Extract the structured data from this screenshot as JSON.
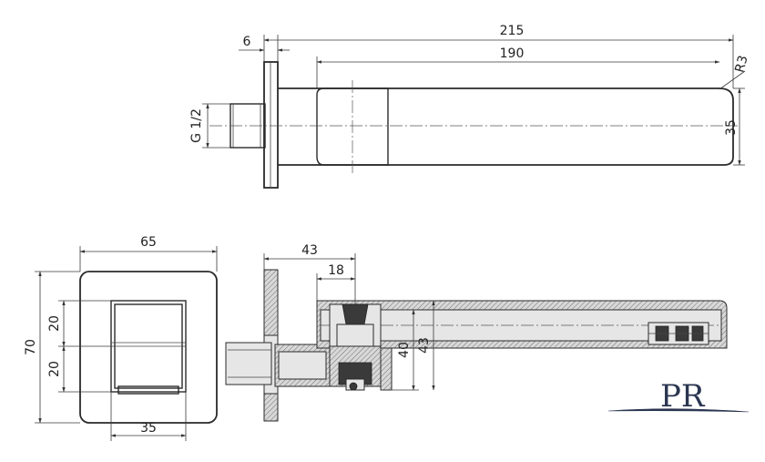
{
  "labels": {
    "overall_length": "215",
    "spout_length": "190",
    "plate_thickness": "6",
    "thread": "G 1/2",
    "radius": "R3",
    "spout_height": "35",
    "cover_width": "65",
    "cover_height": "70",
    "spout_gap_top": "20",
    "spout_gap_bottom": "20",
    "spout_face_width": "35",
    "depth_43": "43",
    "depth_18": "18",
    "height_40": "40",
    "height_43": "43"
  },
  "logo": {
    "text": "PR",
    "color": "#2a3550"
  },
  "colors": {
    "line": "#2a2a2a",
    "background": "#ffffff"
  }
}
